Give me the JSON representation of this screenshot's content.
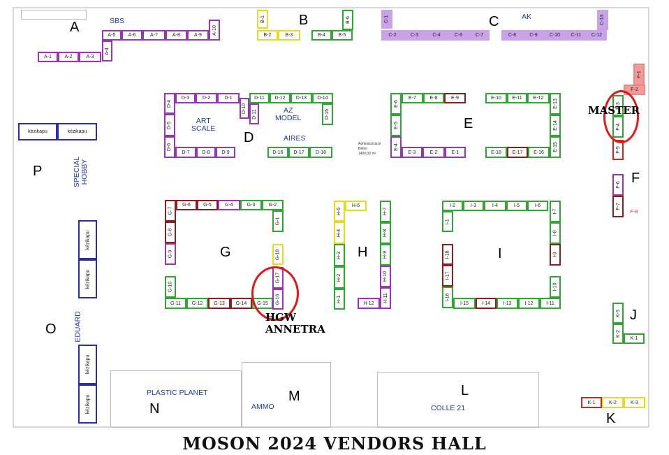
{
  "map": {
    "title": "MOSON 2024 VENDORS HALL",
    "zones": [
      {
        "id": "zone-a",
        "label": "A"
      },
      {
        "id": "zone-b",
        "label": "B"
      },
      {
        "id": "zone-c",
        "label": "C"
      },
      {
        "id": "zone-d",
        "label": "D"
      },
      {
        "id": "zone-e",
        "label": "E"
      },
      {
        "id": "zone-f",
        "label": "F"
      },
      {
        "id": "zone-g",
        "label": "G"
      },
      {
        "id": "zone-h",
        "label": "H"
      },
      {
        "id": "zone-i",
        "label": "I"
      },
      {
        "id": "zone-j",
        "label": "J"
      },
      {
        "id": "zone-k",
        "label": "K"
      },
      {
        "id": "zone-l",
        "label": "L"
      },
      {
        "id": "zone-m",
        "label": "M"
      },
      {
        "id": "zone-n",
        "label": "N"
      },
      {
        "id": "zone-o",
        "label": "O"
      },
      {
        "id": "zone-p",
        "label": "P"
      }
    ],
    "vendors": {
      "sbs": "SBS",
      "ak": "AK",
      "art_scale": "ART\nSCALE",
      "az_model": "AZ\nMODEL",
      "aires": "AIRES",
      "special_hobby": "SPECIAL\nHOBBY",
      "eduard": "EDUARD",
      "plastic_planet": "PLASTIC PLANET",
      "ammo": "AMMO",
      "colle21": "COLLE 21"
    },
    "gate_label": "kézikapu",
    "admin_note": [
      "Adminisztráció",
      "Beton",
      "1400,00 m²"
    ],
    "highlights": [
      {
        "id": "master",
        "label": "MASTER"
      },
      {
        "id": "hgw",
        "label": "HGW\nANNETRA"
      }
    ],
    "colors": {
      "purple": "#9a35b8",
      "green": "#2ea832",
      "yellow": "#e6dd1a",
      "darkred": "#8b1e1e",
      "blue": "#2a2ea8",
      "lavender": "#c9a2e8",
      "pink": "#f09a9a",
      "red": "#e02020",
      "highlight": "#e01818"
    },
    "booths": [
      {
        "id": "A-1",
        "c": "purple"
      },
      {
        "id": "A-2",
        "c": "purple"
      },
      {
        "id": "A-3",
        "c": "purple"
      },
      {
        "id": "A-4",
        "c": "purple"
      },
      {
        "id": "A-5",
        "c": "purple"
      },
      {
        "id": "A-6",
        "c": "purple"
      },
      {
        "id": "A-7",
        "c": "purple"
      },
      {
        "id": "A-8",
        "c": "purple"
      },
      {
        "id": "A-9",
        "c": "purple"
      },
      {
        "id": "A-10",
        "c": "purple"
      },
      {
        "id": "B-1",
        "c": "yellow"
      },
      {
        "id": "B-2",
        "c": "yellow"
      },
      {
        "id": "B-3",
        "c": "yellow"
      },
      {
        "id": "B-4",
        "c": "green"
      },
      {
        "id": "B-5",
        "c": "green"
      },
      {
        "id": "B-6",
        "c": "green"
      },
      {
        "id": "C-1",
        "c": "lav"
      },
      {
        "id": "C-2",
        "c": "lav"
      },
      {
        "id": "C-3",
        "c": "lav"
      },
      {
        "id": "C-4",
        "c": "lav"
      },
      {
        "id": "C-6",
        "c": "lav"
      },
      {
        "id": "C-7",
        "c": "lav"
      },
      {
        "id": "C-8",
        "c": "lav"
      },
      {
        "id": "C-9",
        "c": "lav"
      },
      {
        "id": "C-10",
        "c": "lav"
      },
      {
        "id": "C-11",
        "c": "lav"
      },
      {
        "id": "C-12",
        "c": "lav"
      },
      {
        "id": "C-13",
        "c": "lav"
      },
      {
        "id": "D-1",
        "c": "purple"
      },
      {
        "id": "D-2",
        "c": "purple"
      },
      {
        "id": "D-3",
        "c": "purple"
      },
      {
        "id": "D-4",
        "c": "purple"
      },
      {
        "id": "D-5",
        "c": "purple"
      },
      {
        "id": "D-6",
        "c": "purple"
      },
      {
        "id": "D-7",
        "c": "purple"
      },
      {
        "id": "D-8",
        "c": "purple"
      },
      {
        "id": "D-9",
        "c": "purple"
      },
      {
        "id": "D-10",
        "c": "purple"
      },
      {
        "id": "D-11",
        "c": "purple"
      },
      {
        "id": "D-11b",
        "label": "D-11",
        "c": "green"
      },
      {
        "id": "D-12",
        "c": "green"
      },
      {
        "id": "D-13",
        "c": "green"
      },
      {
        "id": "D-14",
        "c": "green"
      },
      {
        "id": "D-15",
        "c": "green"
      },
      {
        "id": "D-16",
        "c": "green"
      },
      {
        "id": "D-17",
        "c": "green"
      },
      {
        "id": "D-18",
        "c": "green"
      },
      {
        "id": "E-1",
        "c": "purple"
      },
      {
        "id": "E-2",
        "c": "purple"
      },
      {
        "id": "E-3",
        "c": "purple"
      },
      {
        "id": "E-4",
        "c": "purple"
      },
      {
        "id": "E-5",
        "c": "green"
      },
      {
        "id": "E-6",
        "c": "green"
      },
      {
        "id": "E-7",
        "c": "green"
      },
      {
        "id": "E-8",
        "c": "green"
      },
      {
        "id": "E-9",
        "c": "darkred"
      },
      {
        "id": "E-10",
        "c": "green"
      },
      {
        "id": "E-11",
        "c": "green"
      },
      {
        "id": "E-12",
        "c": "green"
      },
      {
        "id": "E-13",
        "c": "green"
      },
      {
        "id": "E-14",
        "c": "green"
      },
      {
        "id": "E-15",
        "c": "green"
      },
      {
        "id": "E-16",
        "c": "green"
      },
      {
        "id": "E-17",
        "c": "darkred"
      },
      {
        "id": "E-18",
        "c": "green"
      },
      {
        "id": "F-1",
        "c": "pink"
      },
      {
        "id": "F-2",
        "c": "pink"
      },
      {
        "id": "F-3",
        "c": "green"
      },
      {
        "id": "F-4",
        "c": "green"
      },
      {
        "id": "F-5",
        "c": "red"
      },
      {
        "id": "F-6",
        "c": "purple"
      },
      {
        "id": "F-7",
        "c": "darkred"
      },
      {
        "id": "F-8",
        "c": "none"
      },
      {
        "id": "G-1",
        "c": "green"
      },
      {
        "id": "G-2",
        "c": "green"
      },
      {
        "id": "G-3",
        "c": "green"
      },
      {
        "id": "G-4",
        "c": "purple"
      },
      {
        "id": "G-5",
        "c": "darkred"
      },
      {
        "id": "G-6",
        "c": "darkred"
      },
      {
        "id": "G-7",
        "c": "darkred"
      },
      {
        "id": "G-8",
        "c": "darkred"
      },
      {
        "id": "G-9",
        "c": "purple"
      },
      {
        "id": "G-10",
        "c": "green"
      },
      {
        "id": "G-11",
        "c": "green"
      },
      {
        "id": "G-12",
        "c": "green"
      },
      {
        "id": "G-13",
        "c": "darkred"
      },
      {
        "id": "G-14",
        "c": "darkred"
      },
      {
        "id": "G-15",
        "c": "green"
      },
      {
        "id": "G-16",
        "c": "purple"
      },
      {
        "id": "G-17",
        "c": "purple"
      },
      {
        "id": "G-18",
        "c": "yellow"
      },
      {
        "id": "H-1",
        "c": "green"
      },
      {
        "id": "H-2",
        "c": "green"
      },
      {
        "id": "H-3",
        "c": "green"
      },
      {
        "id": "H-4",
        "c": "yellow"
      },
      {
        "id": "H-5",
        "c": "yellow"
      },
      {
        "id": "H-6",
        "c": "yellow"
      },
      {
        "id": "H-7",
        "c": "green"
      },
      {
        "id": "H-8",
        "c": "green"
      },
      {
        "id": "H-9",
        "c": "green"
      },
      {
        "id": "H-10",
        "c": "purple"
      },
      {
        "id": "H-11",
        "c": "purple"
      },
      {
        "id": "H-12",
        "c": "purple"
      },
      {
        "id": "I-1",
        "c": "green"
      },
      {
        "id": "I-2",
        "c": "green"
      },
      {
        "id": "I-3",
        "c": "green"
      },
      {
        "id": "I-4",
        "c": "green"
      },
      {
        "id": "I-5",
        "c": "green"
      },
      {
        "id": "I-6",
        "c": "green"
      },
      {
        "id": "I-7",
        "c": "green"
      },
      {
        "id": "I-8",
        "c": "green"
      },
      {
        "id": "I-9",
        "c": "darkred"
      },
      {
        "id": "I-10",
        "c": "green"
      },
      {
        "id": "I-11",
        "c": "green"
      },
      {
        "id": "I-12",
        "c": "green"
      },
      {
        "id": "I-13",
        "c": "green"
      },
      {
        "id": "I-14",
        "c": "darkred"
      },
      {
        "id": "I-15",
        "c": "green"
      },
      {
        "id": "I-16",
        "c": "green"
      },
      {
        "id": "I-17",
        "c": "darkred"
      },
      {
        "id": "I-18",
        "c": "darkred"
      },
      {
        "id": "K-1",
        "c": "green"
      },
      {
        "id": "K-2",
        "c": "green"
      },
      {
        "id": "K-3",
        "c": "green"
      },
      {
        "id": "K-1b",
        "label": "K-1",
        "c": "red"
      },
      {
        "id": "K-2b",
        "label": "K-2",
        "c": "yellow"
      },
      {
        "id": "K-3b",
        "label": "K-3",
        "c": "yellow"
      }
    ]
  }
}
